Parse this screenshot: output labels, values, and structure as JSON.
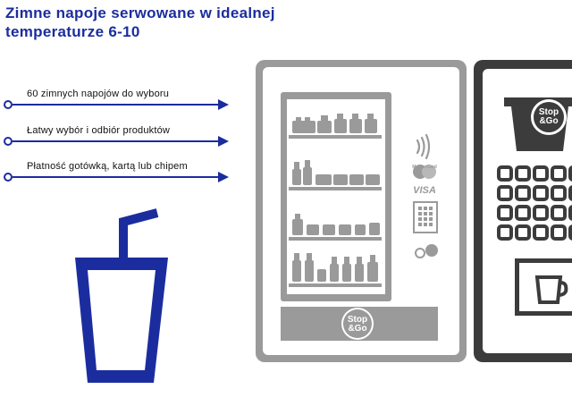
{
  "headline": {
    "line1": "Zimne napoje serwowane w idealnej",
    "line2": "temperaturze 6-10"
  },
  "features": [
    {
      "label": "60 zimnych napojów do wyboru"
    },
    {
      "label": "Łatwy wybór i odbiór produktów"
    },
    {
      "label": "Płatność gotówką, kartą lub chipem"
    }
  ],
  "brand": {
    "logo_line1": "Stop",
    "logo_line2": "&Go"
  },
  "payment": {
    "mastercard": "MasterCard",
    "visa": "VISA"
  },
  "colors": {
    "accent": "#1b2d9e",
    "machine_gray": "#9a9a9a",
    "machine_dark": "#3c3c3c"
  },
  "icons": [
    "cup-with-straw-icon",
    "contactless-icon",
    "keypad-icon",
    "coffee-cup-icon",
    "bottle-icon",
    "arrow-icon"
  ]
}
